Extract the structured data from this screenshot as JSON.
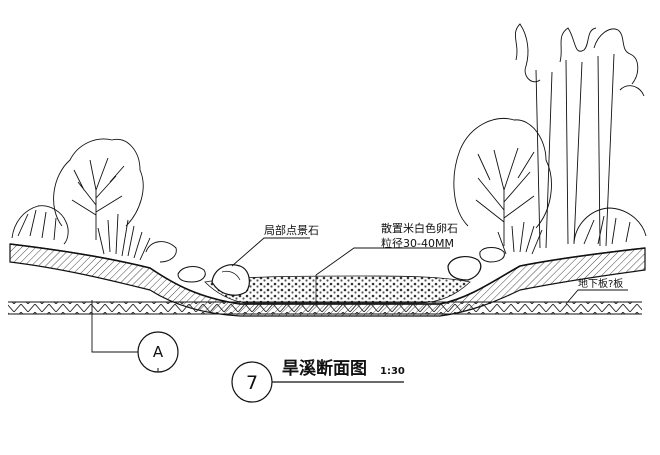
{
  "drawing": {
    "annotations": {
      "rock_label": "局部点景石",
      "pebble_label": "散置米白色卵石",
      "pebble_size": "粒径30-40MM",
      "slab_label": "地下板?板"
    },
    "section_marker": {
      "letter": "A"
    },
    "title_block": {
      "number": "7",
      "title": "旱溪断面图",
      "scale": "1:30"
    }
  }
}
